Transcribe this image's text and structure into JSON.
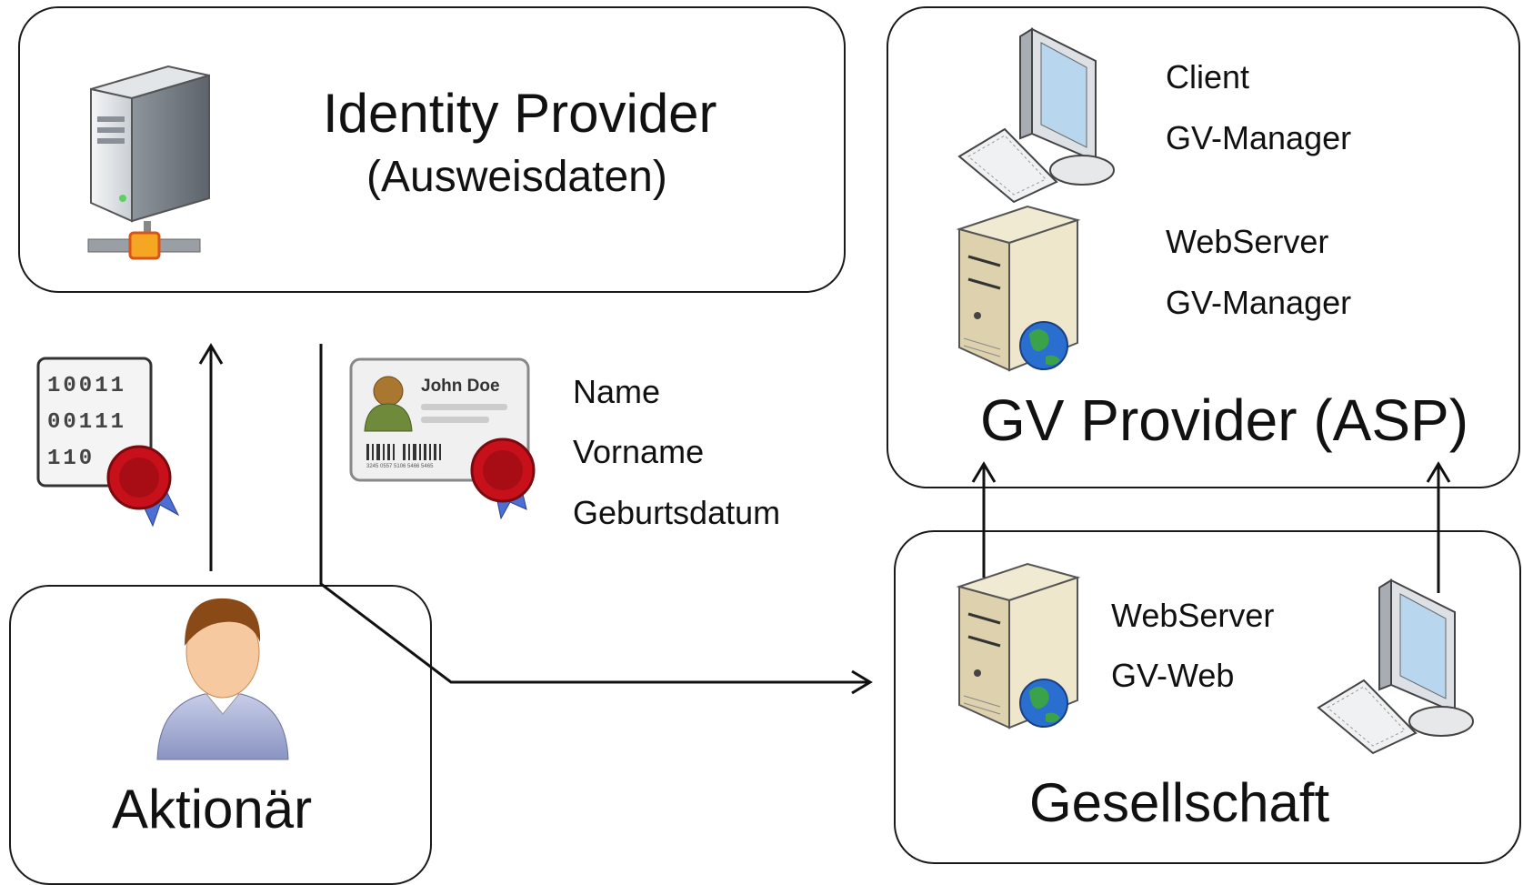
{
  "identity_provider": {
    "title": "Identity Provider",
    "subtitle": "(Ausweisdaten)"
  },
  "gv_provider": {
    "title": "GV Provider (ASP)",
    "client_label": "Client",
    "client_app": "GV-Manager",
    "server_label": "WebServer",
    "server_app": "GV-Manager"
  },
  "gesellschaft": {
    "title": "Gesellschaft",
    "server_label": "WebServer",
    "server_app": "GV-Web"
  },
  "aktionaer": {
    "title": "Aktionär"
  },
  "certificate": {
    "binary_lines": [
      "10011",
      "00111",
      "110"
    ]
  },
  "id_card": {
    "holder_name": "John Doe",
    "barcode_number": "3245 0557 5106 5466 5465"
  },
  "identity_fields": [
    "Name",
    "Vorname",
    "Geburtsdatum"
  ]
}
